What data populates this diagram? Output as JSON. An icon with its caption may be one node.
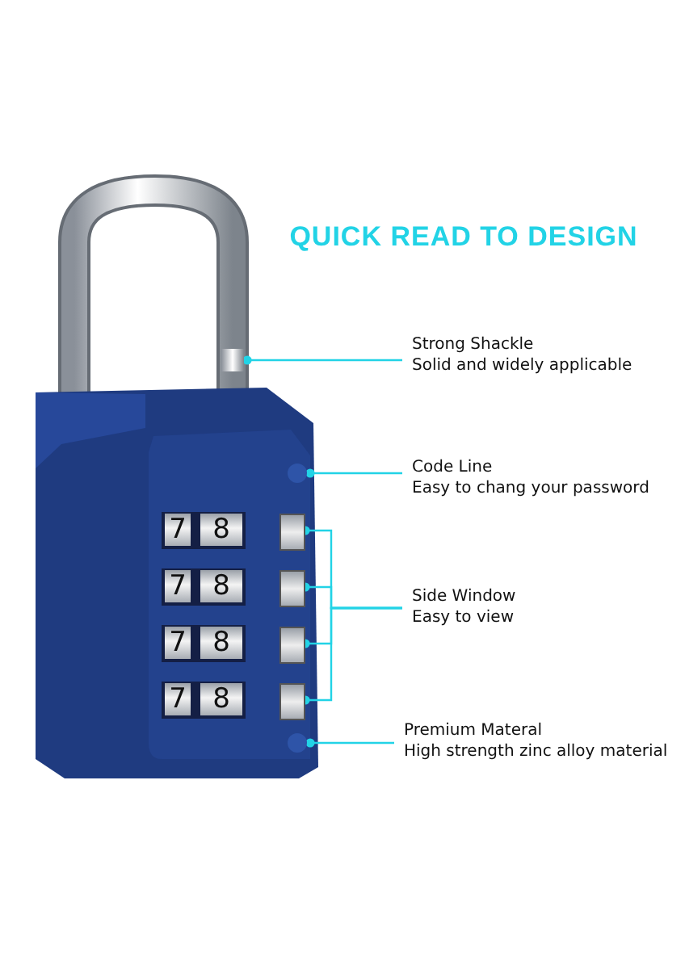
{
  "diagram": {
    "title": "QUICK READ TO DESIGN",
    "nodes": [
      {
        "text": [
          "Strong Shackle",
          "Solid and widely applicable"
        ]
      },
      {
        "text": [],
        "shape": "picture"
      },
      {
        "text": [
          "Code Line",
          "Easy to chang your password"
        ]
      },
      {
        "text": [],
        "shape": "circle"
      },
      {
        "text": [
          "Side Window",
          "Easy to view"
        ]
      },
      {
        "text": [],
        "shape": "box"
      },
      {
        "text": [],
        "shape": "box"
      },
      {
        "text": [],
        "shape": "box"
      },
      {
        "text": [],
        "shape": "box"
      },
      {
        "text": [
          "Premium Materal",
          "High strength zinc alloy material"
        ]
      },
      {
        "text": [],
        "shape": "circle"
      }
    ],
    "edges": [
      {
        "from": 0,
        "to": 1,
        "arrow": "other"
      },
      {
        "from": 2,
        "to": 3,
        "arrow": "other"
      },
      {
        "from": 4,
        "to": 5,
        "arrow": "other"
      },
      {
        "from": 4,
        "to": 6,
        "arrow": "other"
      },
      {
        "from": 4,
        "to": 7,
        "arrow": "other"
      },
      {
        "from": 4,
        "to": 8,
        "arrow": "other"
      },
      {
        "from": 9,
        "to": 10,
        "arrow": "other"
      }
    ],
    "labels": [
      "7",
      "8",
      "7",
      "8",
      "7",
      "8",
      "7",
      "8"
    ]
  }
}
